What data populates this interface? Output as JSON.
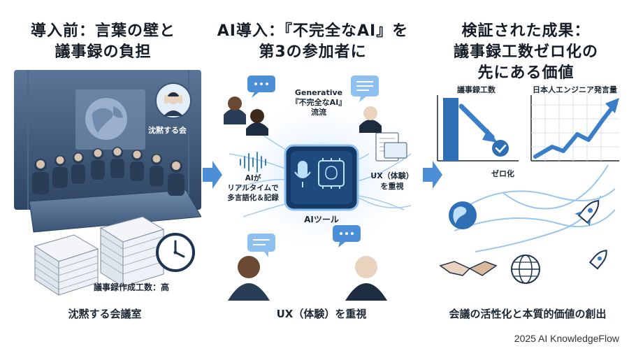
{
  "columns": [
    {
      "title_lines": [
        "導入前：言葉の壁と",
        "議事録の負担"
      ],
      "panel_labels": {
        "silent_meeting": "沈黙する会",
        "minutes_cost": "議事録作成工数：高"
      },
      "caption": "沈黙する会議室"
    },
    {
      "title_lines": [
        "AI導入：『不完全なAI』を",
        "第3の参加者に"
      ],
      "panel_labels": {
        "generative_lines": [
          "Generative",
          "『不完全なAI』",
          "流流"
        ],
        "ai_realtime_lines": [
          "AIが",
          "リアルタイムで",
          "多言語化＆記録"
        ],
        "ux_lines": [
          "UX（体験）",
          "を重視"
        ],
        "ai_tool": "AIツール"
      },
      "caption": "UX（体験）を重視"
    },
    {
      "title_lines": [
        "検証された成果：",
        "議事録工数ゼロ化の",
        "先にある価値"
      ],
      "panel_labels": {
        "chart_left_title": "議事録工数",
        "chart_left_note": "ゼロ化",
        "chart_right_title": "日本人エンジニア発言量"
      },
      "caption": "会議の活性化と本質的価値の創出"
    }
  ],
  "footer": "2025 AI KnowledgeFlow",
  "colors": {
    "room": "#3c5777",
    "accent": "#3a7ec9",
    "arrow": "#4d8fd6",
    "glow": "#c9e2fb"
  }
}
